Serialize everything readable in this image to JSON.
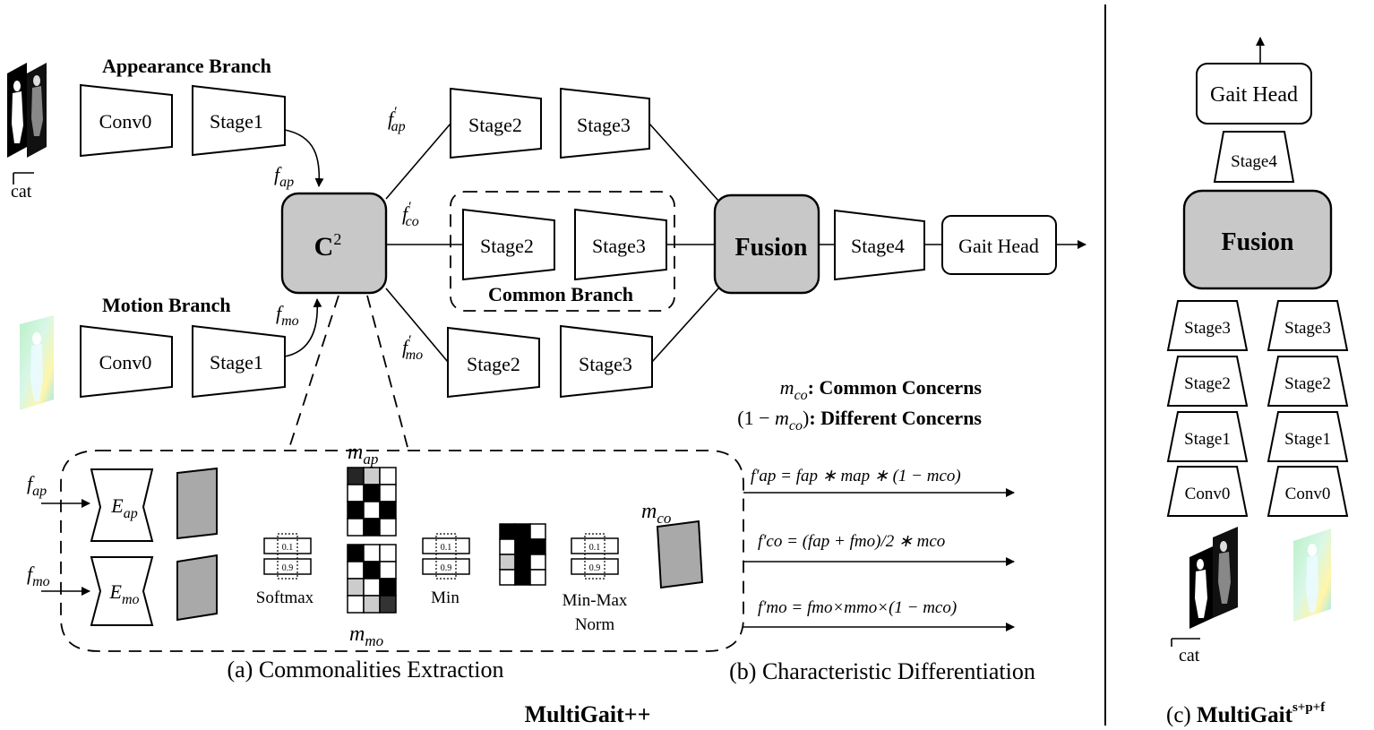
{
  "left": {
    "appearance_branch": "Appearance Branch",
    "motion_branch": "Motion Branch",
    "common_branch": "Common Branch",
    "cat": "cat",
    "conv0": "Conv0",
    "stage1": "Stage1",
    "stage2": "Stage2",
    "stage3": "Stage3",
    "stage4": "Stage4",
    "c2": "C",
    "c2_sup": "2",
    "fusion": "Fusion",
    "gait_head": "Gait Head",
    "f_ap_prime": {
      "base": "f",
      "sub": "ap",
      "prime": "′"
    },
    "f_co_prime": {
      "base": "f",
      "sub": "co",
      "prime": "′"
    },
    "f_mo_prime": {
      "base": "f",
      "sub": "mo",
      "prime": "′"
    },
    "f_ap": {
      "base": "f",
      "sub": "ap"
    },
    "f_mo": {
      "base": "f",
      "sub": "mo"
    }
  },
  "legend": {
    "m_co_def_sym": "m",
    "m_co_def_sub": "co",
    "m_co_def_text": ": Common Concerns",
    "one_minus_prefix": "(1 − ",
    "one_minus_sym": "m",
    "one_minus_sub": "co",
    "one_minus_suffix": ")",
    "diff_text": ": Different Concerns"
  },
  "extraction": {
    "e_ap": {
      "base": "E",
      "sub": "ap"
    },
    "e_mo": {
      "base": "E",
      "sub": "mo"
    },
    "m_ap": {
      "base": "m",
      "sub": "ap"
    },
    "m_mo": {
      "base": "m",
      "sub": "mo"
    },
    "m_co": {
      "base": "m",
      "sub": "co"
    },
    "softmax": "Softmax",
    "min": "Min",
    "minmax_line1": "Min-Max",
    "minmax_line2": "Norm",
    "bar_top": "0.1",
    "bar_bottom": "0.9",
    "caption_a": "(a) Commonalities Extraction",
    "caption_b": "(b) Characteristic Differentiation",
    "m_ap_grid": [
      [
        0.15,
        0.8,
        1
      ],
      [
        1,
        0,
        1
      ],
      [
        0,
        1,
        0
      ],
      [
        1,
        0,
        1
      ]
    ],
    "m_mo_grid": [
      [
        0,
        1,
        1
      ],
      [
        1,
        0,
        1
      ],
      [
        0.8,
        1,
        0
      ],
      [
        1,
        0.8,
        0.2
      ]
    ],
    "min_grid": [
      [
        0,
        0,
        1
      ],
      [
        1,
        0,
        0
      ],
      [
        0.8,
        0,
        1
      ],
      [
        1,
        0,
        1
      ]
    ]
  },
  "equations": {
    "eq1": "f′ap = fap ∗ map ∗ (1 − mco)",
    "eq2": "f′co = (fap + fmo)/2 ∗ mco",
    "eq3": "f′mo = fmo×mmo×(1 − mco)"
  },
  "title_main": "MultiGait++",
  "right": {
    "gait_head": "Gait Head",
    "stage4": "Stage4",
    "fusion": "Fusion",
    "stage3": "Stage3",
    "stage2": "Stage2",
    "stage1": "Stage1",
    "conv0": "Conv0",
    "cat": "cat",
    "caption_prefix": "(c) ",
    "caption_title": "MultiGait",
    "caption_sup": "s+p+f"
  }
}
